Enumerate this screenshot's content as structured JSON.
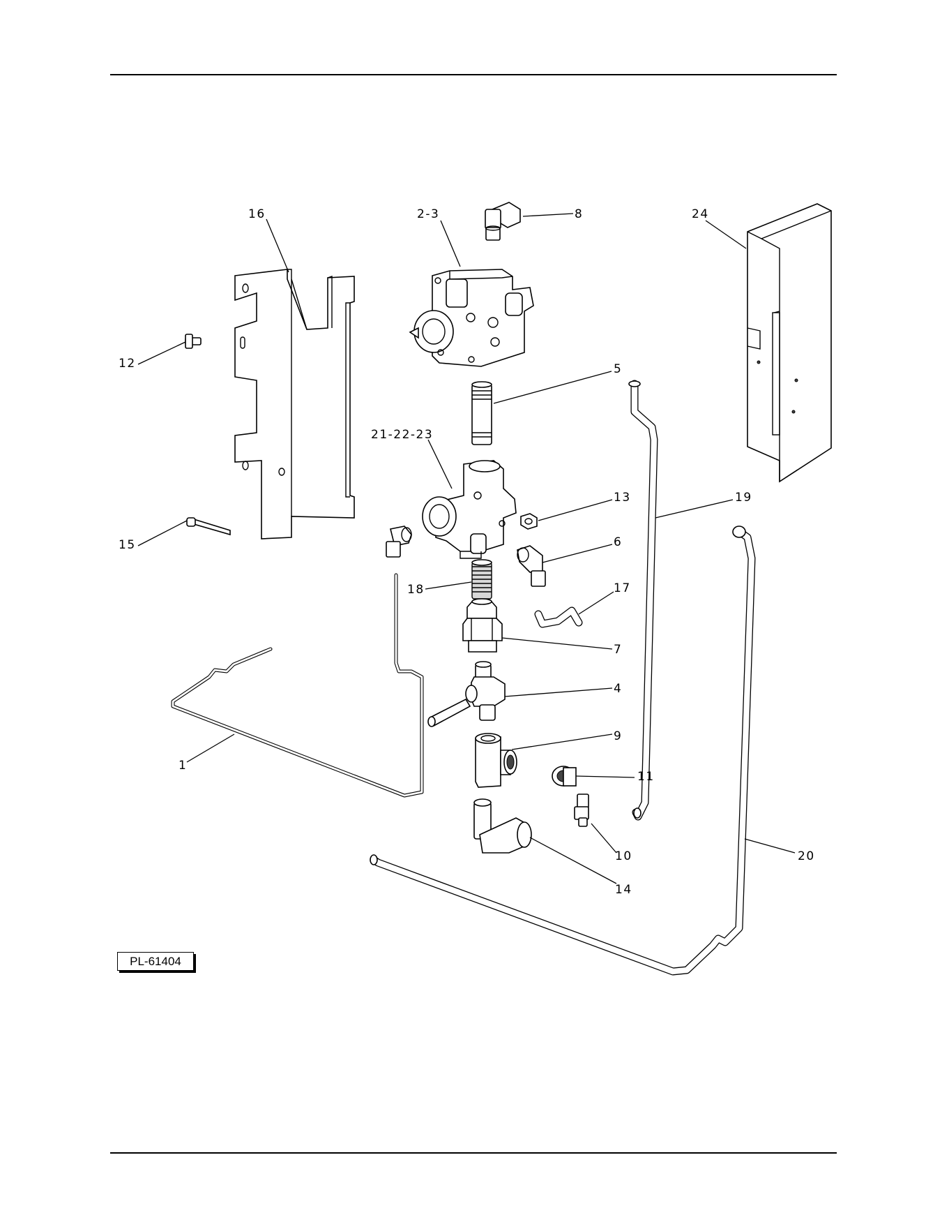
{
  "drawing": {
    "plate_label": "PL-61404",
    "callouts": [
      {
        "id": "c16",
        "text": "16"
      },
      {
        "id": "c2-3",
        "text": "2-3"
      },
      {
        "id": "c8",
        "text": "8"
      },
      {
        "id": "c24",
        "text": "24"
      },
      {
        "id": "c12",
        "text": "12"
      },
      {
        "id": "c5",
        "text": "5"
      },
      {
        "id": "c21-22-23",
        "text": "21-22-23"
      },
      {
        "id": "c13",
        "text": "13"
      },
      {
        "id": "c19",
        "text": "19"
      },
      {
        "id": "c15",
        "text": "15"
      },
      {
        "id": "c6",
        "text": "6"
      },
      {
        "id": "c18",
        "text": "18"
      },
      {
        "id": "c17",
        "text": "17"
      },
      {
        "id": "c7",
        "text": "7"
      },
      {
        "id": "c4",
        "text": "4"
      },
      {
        "id": "c9",
        "text": "9"
      },
      {
        "id": "c1",
        "text": "1"
      },
      {
        "id": "c11",
        "text": "11"
      },
      {
        "id": "c10",
        "text": "10"
      },
      {
        "id": "c20",
        "text": "20"
      },
      {
        "id": "c14",
        "text": "14"
      }
    ]
  }
}
